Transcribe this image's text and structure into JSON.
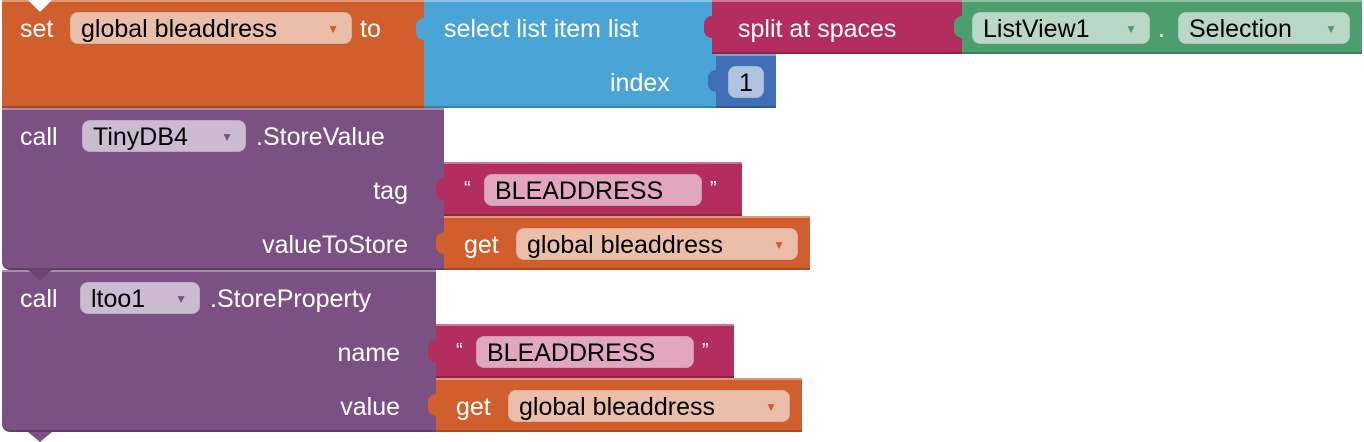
{
  "set_block": {
    "set_label": "set",
    "variable": "global bleaddress",
    "to_label": "to"
  },
  "select_block": {
    "label": "select list item  list",
    "index_label": "index",
    "index_value": "1"
  },
  "split_block": {
    "label": "split at spaces"
  },
  "component_block": {
    "component": "ListView1",
    "dot": ".",
    "property": "Selection"
  },
  "tinydb_block": {
    "call_label": "call",
    "component": "TinyDB4",
    "method": ".StoreValue",
    "tag_label": "tag",
    "tag_value": "BLEADDRESS",
    "value_label": "valueToStore",
    "get_label": "get",
    "get_variable": "global bleaddress"
  },
  "ltoo_block": {
    "call_label": "call",
    "component": "ltoo1",
    "method": ".StoreProperty",
    "name_label": "name",
    "name_value": "BLEADDRESS",
    "value_label": "value",
    "get_label": "get",
    "get_variable": "global bleaddress"
  },
  "quote_open": "“",
  "quote_close": "”",
  "arrow": "▼",
  "colors": {
    "variables": "#D05F2D",
    "lists": "#4AA4D6",
    "text": "#B32D5E",
    "component": "#4D9E6E",
    "math": "#3F6FB5",
    "procedure_call": "#7B5083"
  }
}
